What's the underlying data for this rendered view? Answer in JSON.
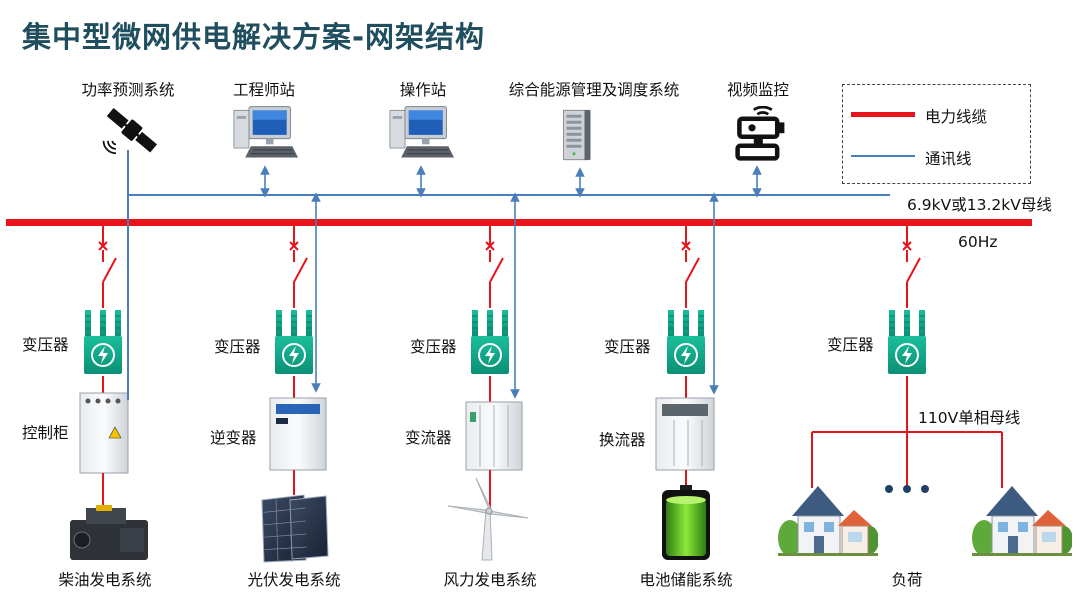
{
  "title": "集中型微网供电解决方案-网架结构",
  "top_systems": [
    {
      "label": "功率预测系统",
      "icon": "satellite-icon"
    },
    {
      "label": "工程师站",
      "icon": "computer-icon"
    },
    {
      "label": "操作站",
      "icon": "computer-icon"
    },
    {
      "label": "综合能源管理及调度系统",
      "icon": "server-icon"
    },
    {
      "label": "视频监控",
      "icon": "camera-icon"
    }
  ],
  "legend": {
    "power_cable": "电力线缆",
    "comm_line": "通讯线"
  },
  "bus": {
    "label": "6.9kV或13.2kV母线",
    "frequency": "60Hz"
  },
  "branches": [
    {
      "transformer": "变压器",
      "device": "控制柜",
      "source": "柴油发电系统"
    },
    {
      "transformer": "变压器",
      "device": "逆变器",
      "source": "光伏发电系统"
    },
    {
      "transformer": "变压器",
      "device": "变流器",
      "source": "风力发电系统"
    },
    {
      "transformer": "变压器",
      "device": "换流器",
      "source": "电池储能系统"
    },
    {
      "transformer": "变压器",
      "device": "",
      "source": "负荷"
    }
  ],
  "load_bus_label": "110V单相母线",
  "colors": {
    "power": "#e8141b",
    "comm": "#4a7ebb",
    "title": "#1f4e5f",
    "transformer": "#12a58a"
  }
}
